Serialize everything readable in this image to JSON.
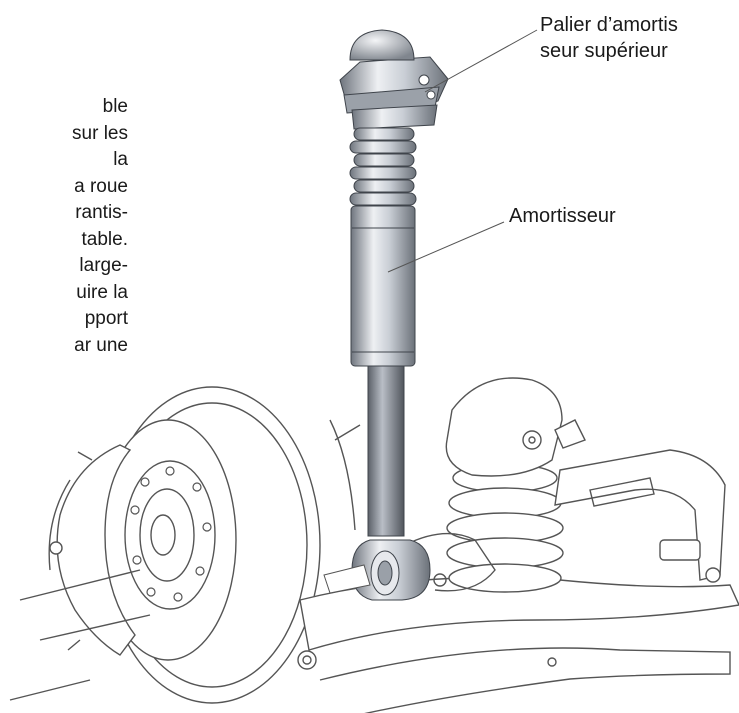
{
  "body_text_lines": [
    "ble",
    "sur les",
    "la",
    "a roue",
    "rantis-",
    "table.",
    "large-",
    "uire la",
    "pport",
    "ar une"
  ],
  "labels": {
    "upper_bearing": [
      "Palier d’amortis",
      "seur supérieur"
    ],
    "shock_absorber": "Amortisseur"
  },
  "colors": {
    "line_art": "#555555",
    "shock_light": "#eef0f3",
    "shock_dark": "#7b818a",
    "text": "#1a1a1a"
  }
}
